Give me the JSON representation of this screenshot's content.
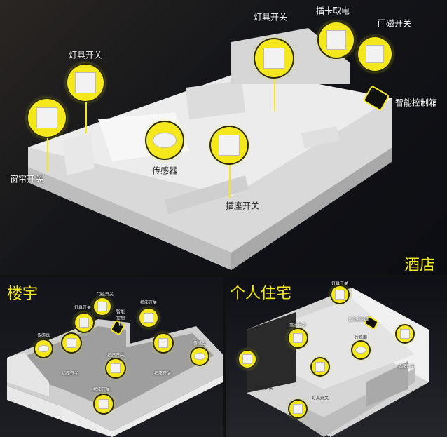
{
  "panels": {
    "hotel": {
      "title": "酒店",
      "labels": {
        "curtain_switch": "窗帘开关",
        "light_switch_left": "灯具开关",
        "sensor": "传感器",
        "socket_switch": "插座开关",
        "light_switch_right": "灯具开关",
        "card_power": "插卡取电",
        "door_switch": "门磁开关",
        "control_box": "智能控制箱"
      }
    },
    "building": {
      "title": "楼宇",
      "labels": {
        "sensor_left": "传感器",
        "light_switch": "灯具开关",
        "door_switch": "门磁开关",
        "control_box": "智能控制箱",
        "socket_switch_top": "插座开关",
        "sensor_right": "传感器",
        "socket_switch_a": "插座开关",
        "socket_switch_b": "插座开关",
        "socket_switch_c": "插座开关",
        "socket_switch_d": "插座开关"
      }
    },
    "home": {
      "title": "个人住宅",
      "labels": {
        "light_switch_top": "灯具开关",
        "socket_switch_bed": "插座开关",
        "control_box": "智能控制箱",
        "sensor": "传感器",
        "socket_switch_right": "插座开关",
        "socket_switch_left": "插座开关",
        "light_switch_stairs": "灯具开关"
      }
    }
  },
  "colors": {
    "accent": "#f4e81c",
    "background": "#111111",
    "model": "#e6e6e6"
  }
}
